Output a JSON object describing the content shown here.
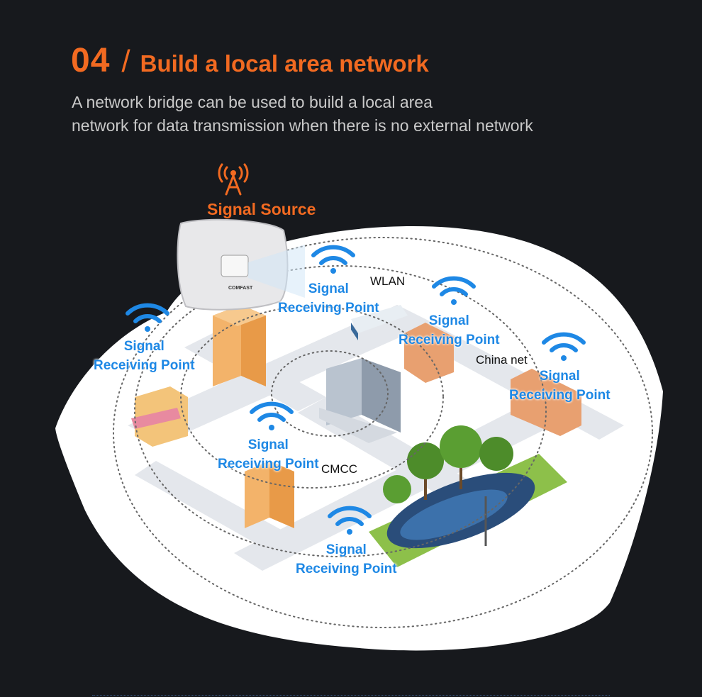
{
  "header": {
    "number": "04",
    "slash": "/",
    "title": "Build a local area network",
    "subtitle_line1": "A network bridge can be used to build a local area",
    "subtitle_line2": "network for data transmission when there is no external network"
  },
  "source": {
    "label": "Signal Source",
    "icon": "radio-tower-icon",
    "device_brand": "COMFAST"
  },
  "receiving_points": [
    {
      "line1": "Signal",
      "line2": "Receiving Point"
    },
    {
      "line1": "Signal",
      "line2": "Receiving Point"
    },
    {
      "line1": "Signal",
      "line2": "Receiving Point"
    },
    {
      "line1": "Signal",
      "line2": "Receiving Point"
    },
    {
      "line1": "Signal",
      "line2": "Receiving Point"
    },
    {
      "line1": "Signal",
      "line2": "Receiving Point"
    }
  ],
  "networks": {
    "wlan": "WLAN",
    "china_net": "China net",
    "cmcc": "CMCC"
  },
  "colors": {
    "accent": "#f26a21",
    "wifi_blue": "#1e88e5",
    "background": "#17191d",
    "map": "#ffffff",
    "road": "#e6e8ec"
  }
}
